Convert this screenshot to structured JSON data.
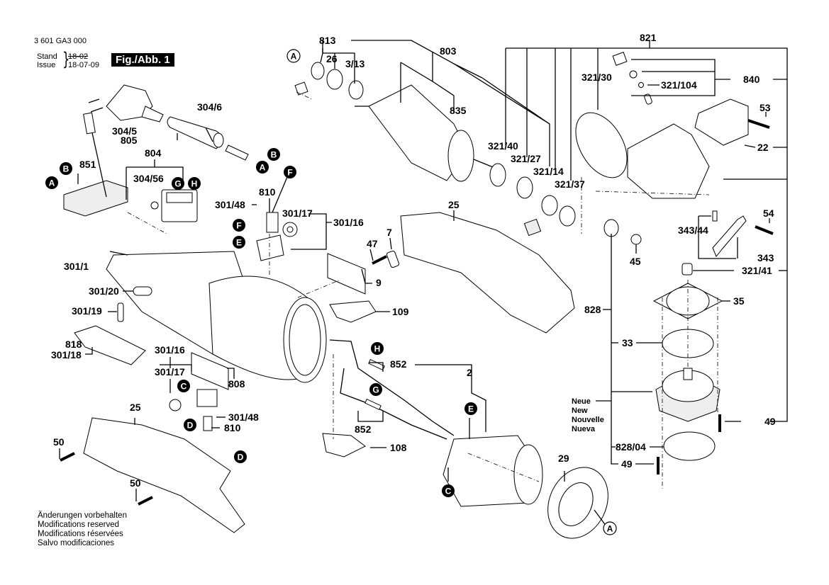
{
  "header": {
    "part_number": "3 601 GA3 000",
    "stand_label": "Stand",
    "issue_label": "Issue",
    "stand_old_value": "18-02",
    "issue_date": "18-07-09",
    "figure_label": "Fig./Abb. 1"
  },
  "disclaimer": [
    "Änderungen vorbehalten",
    "Modifications reserved",
    "Modifications réservées",
    "Salvo modificaciones"
  ],
  "new_note": [
    "Neue",
    "New",
    "Nouvelle",
    "Nueva"
  ],
  "part_labels": {
    "p813": "813",
    "p26": "26",
    "p3_13": "3/13",
    "p803": "803",
    "p835": "835",
    "p821": "821",
    "p321_30": "321/30",
    "p321_104": "321/104",
    "p840": "840",
    "p53": "53",
    "p22": "22",
    "p321_40": "321/40",
    "p321_27": "321/27",
    "p321_14": "321/14",
    "p321_37": "321/37",
    "p304_6": "304/6",
    "p304_5": "304/5",
    "p805": "805",
    "p804": "804",
    "p851": "851",
    "p304_56": "304/56",
    "p810_top": "810",
    "p301_48_top": "301/48",
    "p301_17_top": "301/17",
    "p301_16_top": "301/16",
    "p25_top": "25",
    "p7": "7",
    "p47": "47",
    "p9": "9",
    "p109": "109",
    "p301_1": "301/1",
    "p301_20": "301/20",
    "p301_19": "301/19",
    "p818": "818",
    "p301_18": "301/18",
    "p301_16_bot": "301/16",
    "p301_17_bot": "301/17",
    "p808": "808",
    "p301_48_bot": "301/48",
    "p810_bot": "810",
    "p25_bot": "25",
    "p50_a": "50",
    "p50_b": "50",
    "p852_top": "852",
    "p852_bot": "852",
    "p2": "2",
    "p108": "108",
    "p29": "29",
    "p54": "54",
    "p343_44": "343/44",
    "p343": "343",
    "p45": "45",
    "p321_41": "321/41",
    "p828": "828",
    "p35": "35",
    "p33": "33",
    "p828_04": "828/04",
    "p49_a": "49",
    "p49_b": "49"
  },
  "ref_markers": {
    "a_open_top": "A",
    "a_open_bottom": "A",
    "b_cord": "B",
    "a_cord": "A",
    "b_switch": "B",
    "a_switch": "A",
    "g_switch": "G",
    "h_switch": "H",
    "f_brush": "F",
    "f_holder": "F",
    "e_holder": "E",
    "c_holder": "C",
    "d_holder": "D",
    "d_lead": "D",
    "h_wire": "H",
    "g_wire": "G",
    "e_wire": "E",
    "c_wire": "C"
  }
}
